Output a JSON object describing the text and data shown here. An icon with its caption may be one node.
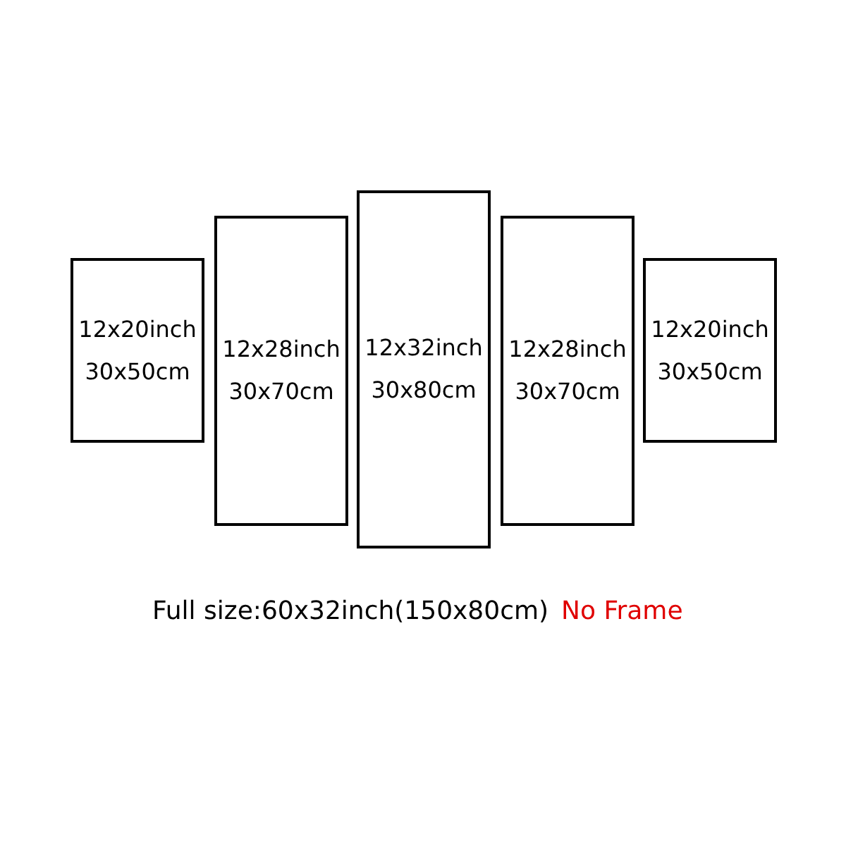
{
  "diagram": {
    "nodes": [
      {
        "text": [
          "12x20inch",
          "30x50cm"
        ]
      },
      {
        "text": [
          "12x28inch",
          "30x70cm"
        ]
      },
      {
        "text": [
          "12x32inch",
          "30x80cm"
        ]
      },
      {
        "text": [
          "12x28inch",
          "30x70cm"
        ]
      },
      {
        "text": [
          "12x20inch",
          "30x50cm"
        ]
      }
    ],
    "labels": [
      "Full size:60x32inch(150x80cm)",
      "No Frame"
    ]
  }
}
